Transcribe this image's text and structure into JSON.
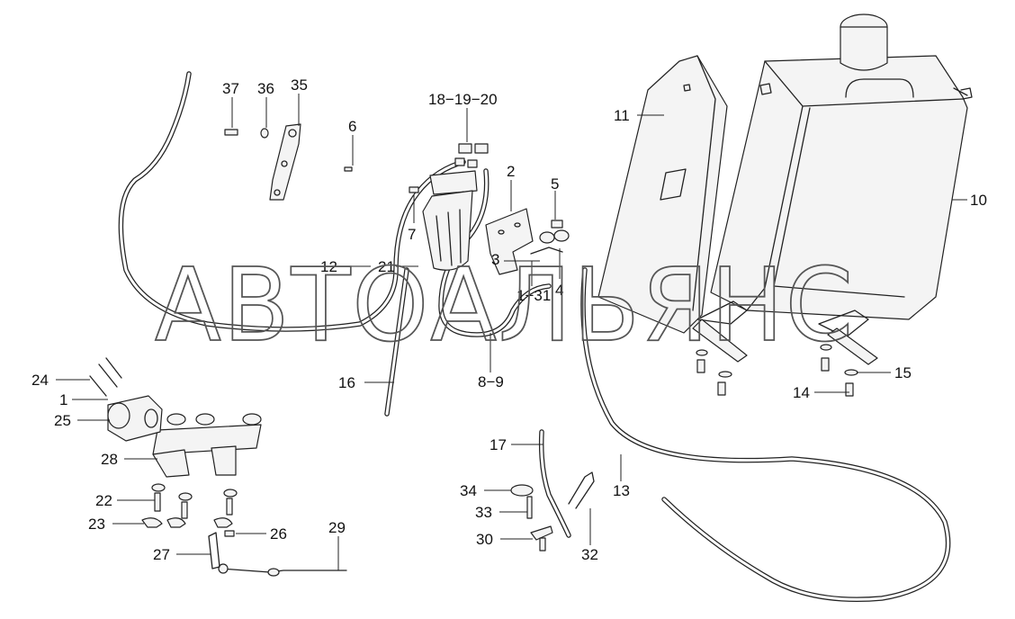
{
  "watermark": "АВТОАЛЬЯНС",
  "callouts": [
    {
      "id": "c37",
      "text": "37"
    },
    {
      "id": "c36",
      "text": "36"
    },
    {
      "id": "c35",
      "text": "35"
    },
    {
      "id": "c6",
      "text": "6"
    },
    {
      "id": "c181920",
      "text": "18−19−20"
    },
    {
      "id": "c2",
      "text": "2"
    },
    {
      "id": "c5",
      "text": "5"
    },
    {
      "id": "c7",
      "text": "7"
    },
    {
      "id": "c3",
      "text": "3"
    },
    {
      "id": "c4",
      "text": "4"
    },
    {
      "id": "c12",
      "text": "12"
    },
    {
      "id": "c21",
      "text": "21"
    },
    {
      "id": "c131",
      "text": "1−31"
    },
    {
      "id": "c11",
      "text": "11"
    },
    {
      "id": "c10",
      "text": "10"
    },
    {
      "id": "c16",
      "text": "16"
    },
    {
      "id": "c89",
      "text": "8−9"
    },
    {
      "id": "c24",
      "text": "24"
    },
    {
      "id": "c1",
      "text": "1"
    },
    {
      "id": "c25",
      "text": "25"
    },
    {
      "id": "c28",
      "text": "28"
    },
    {
      "id": "c22",
      "text": "22"
    },
    {
      "id": "c23",
      "text": "23"
    },
    {
      "id": "c26",
      "text": "26"
    },
    {
      "id": "c27",
      "text": "27"
    },
    {
      "id": "c29",
      "text": "29"
    },
    {
      "id": "c17",
      "text": "17"
    },
    {
      "id": "c34",
      "text": "34"
    },
    {
      "id": "c33",
      "text": "33"
    },
    {
      "id": "c30",
      "text": "30"
    },
    {
      "id": "c32",
      "text": "32"
    },
    {
      "id": "c13",
      "text": "13"
    },
    {
      "id": "c14",
      "text": "14"
    },
    {
      "id": "c15",
      "text": "15"
    }
  ]
}
